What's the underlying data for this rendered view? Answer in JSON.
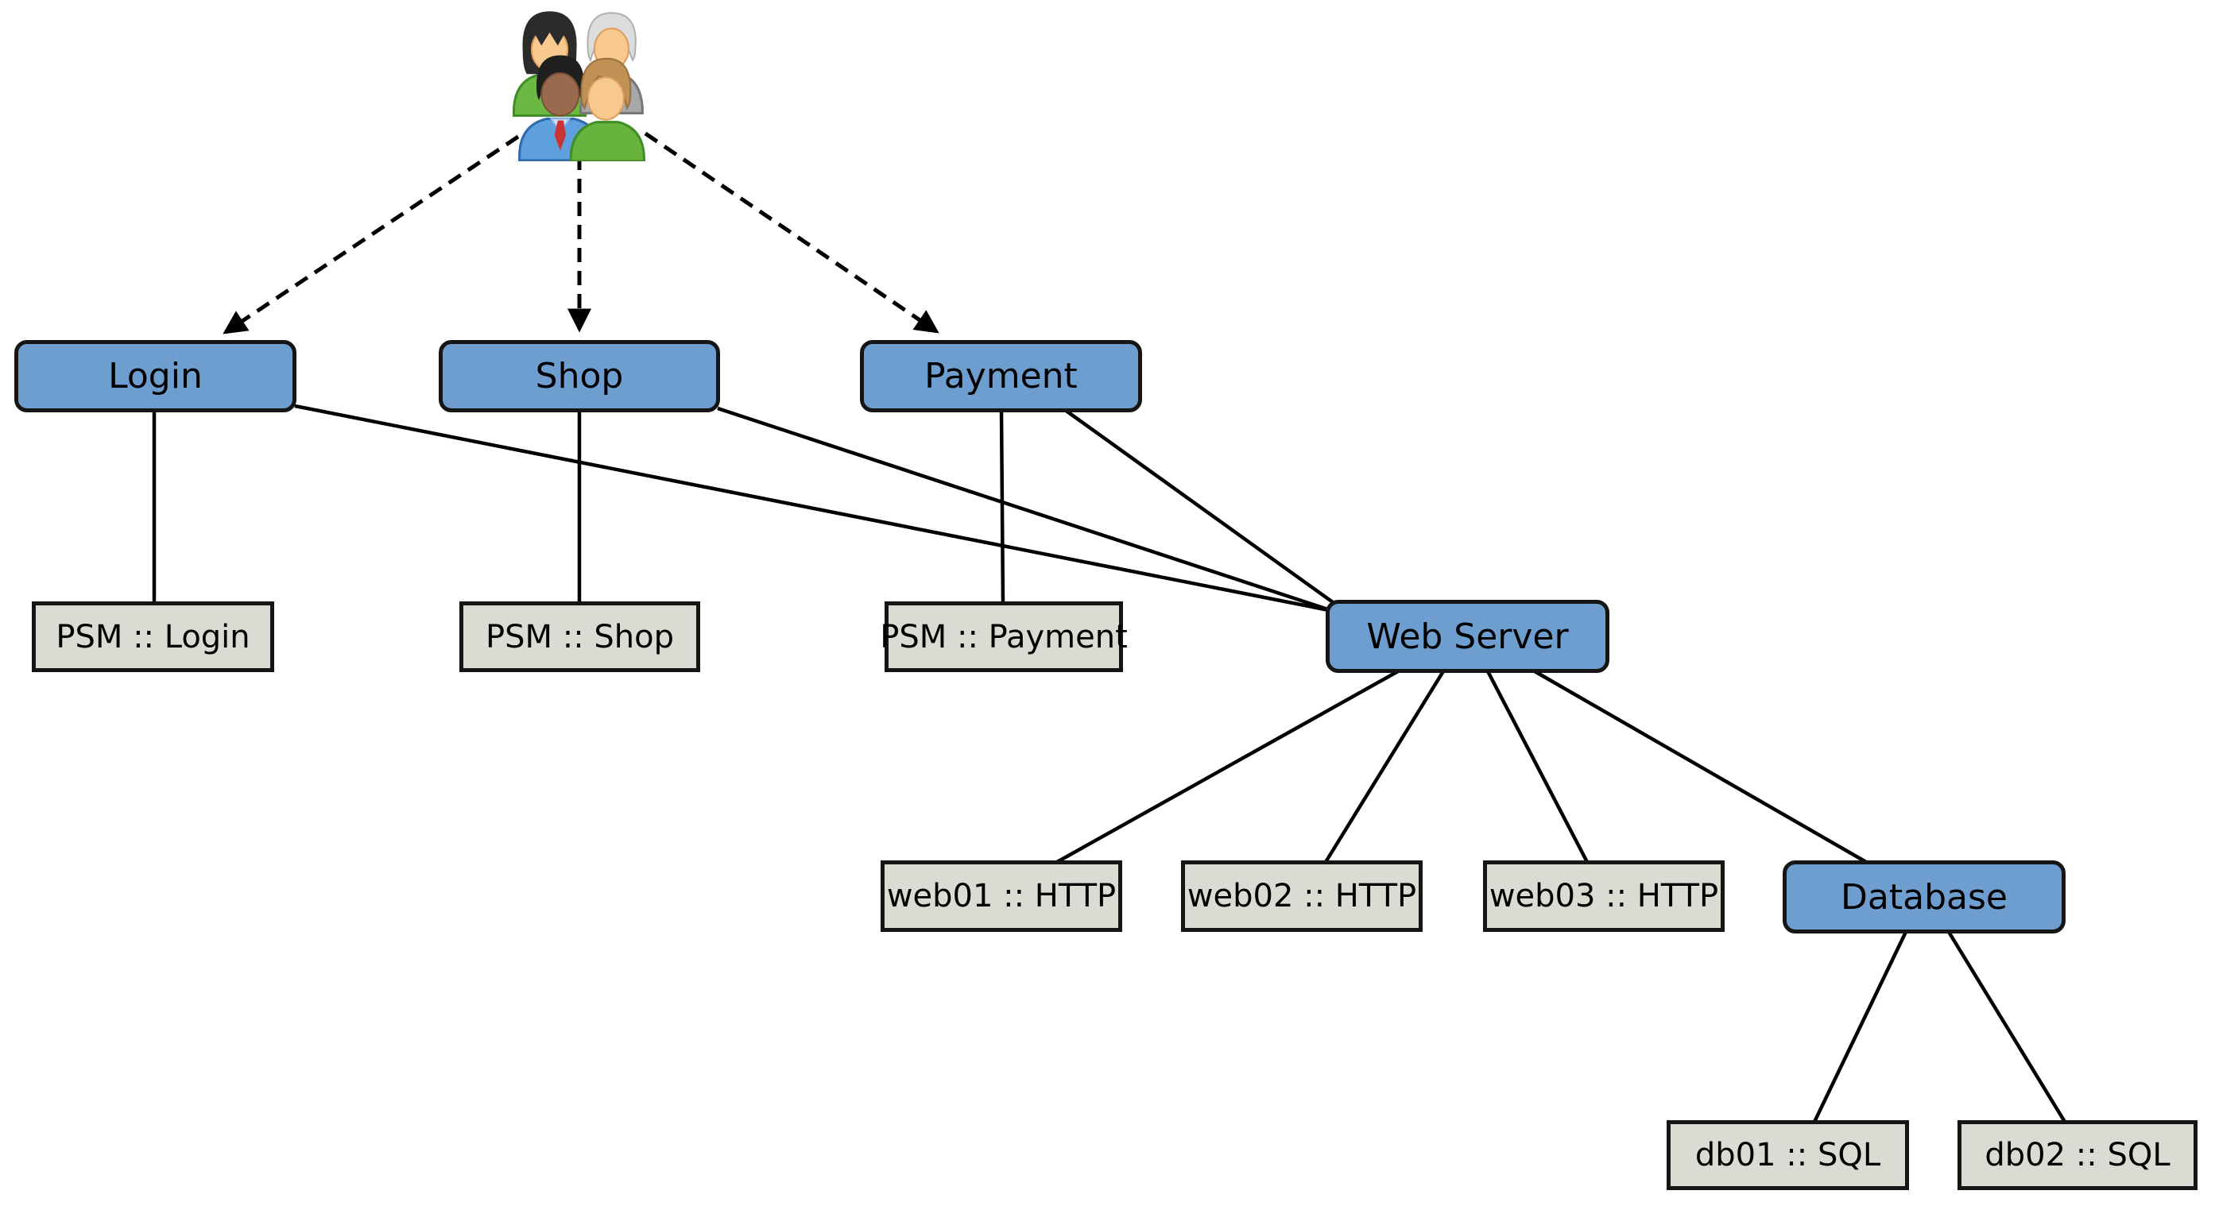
{
  "diagram": {
    "background": "#ffffff",
    "colors": {
      "service_fill": "#6e9ecf",
      "service_border": "#151515",
      "host_fill": "#dadcd4",
      "host_border": "#151515",
      "edge": "#000000",
      "text": "#000000"
    },
    "icons": {
      "users": "users-group-icon"
    },
    "nodes": {
      "login": {
        "label": "Login",
        "kind": "service"
      },
      "shop": {
        "label": "Shop",
        "kind": "service"
      },
      "payment": {
        "label": "Payment",
        "kind": "service"
      },
      "psm_login": {
        "label": "PSM :: Login",
        "kind": "host"
      },
      "psm_shop": {
        "label": "PSM :: Shop",
        "kind": "host"
      },
      "psm_payment": {
        "label": "PSM :: Payment",
        "kind": "host"
      },
      "web_server": {
        "label": "Web Server",
        "kind": "service"
      },
      "web01": {
        "label": "web01 :: HTTP",
        "kind": "host"
      },
      "web02": {
        "label": "web02 :: HTTP",
        "kind": "host"
      },
      "web03": {
        "label": "web03 :: HTTP",
        "kind": "host"
      },
      "database": {
        "label": "Database",
        "kind": "service"
      },
      "db01": {
        "label": "db01 :: SQL",
        "kind": "host"
      },
      "db02": {
        "label": "db02 :: SQL",
        "kind": "host"
      }
    },
    "edges": [
      {
        "from": "users",
        "to": "login",
        "style": "dashed-arrow"
      },
      {
        "from": "users",
        "to": "shop",
        "style": "dashed-arrow"
      },
      {
        "from": "users",
        "to": "payment",
        "style": "dashed-arrow"
      },
      {
        "from": "login",
        "to": "psm_login",
        "style": "solid"
      },
      {
        "from": "shop",
        "to": "psm_shop",
        "style": "solid"
      },
      {
        "from": "payment",
        "to": "psm_payment",
        "style": "solid"
      },
      {
        "from": "login",
        "to": "web_server",
        "style": "solid"
      },
      {
        "from": "shop",
        "to": "web_server",
        "style": "solid"
      },
      {
        "from": "payment",
        "to": "web_server",
        "style": "solid"
      },
      {
        "from": "web_server",
        "to": "web01",
        "style": "solid"
      },
      {
        "from": "web_server",
        "to": "web02",
        "style": "solid"
      },
      {
        "from": "web_server",
        "to": "web03",
        "style": "solid"
      },
      {
        "from": "web_server",
        "to": "database",
        "style": "solid"
      },
      {
        "from": "database",
        "to": "db01",
        "style": "solid"
      },
      {
        "from": "database",
        "to": "db02",
        "style": "solid"
      }
    ]
  }
}
